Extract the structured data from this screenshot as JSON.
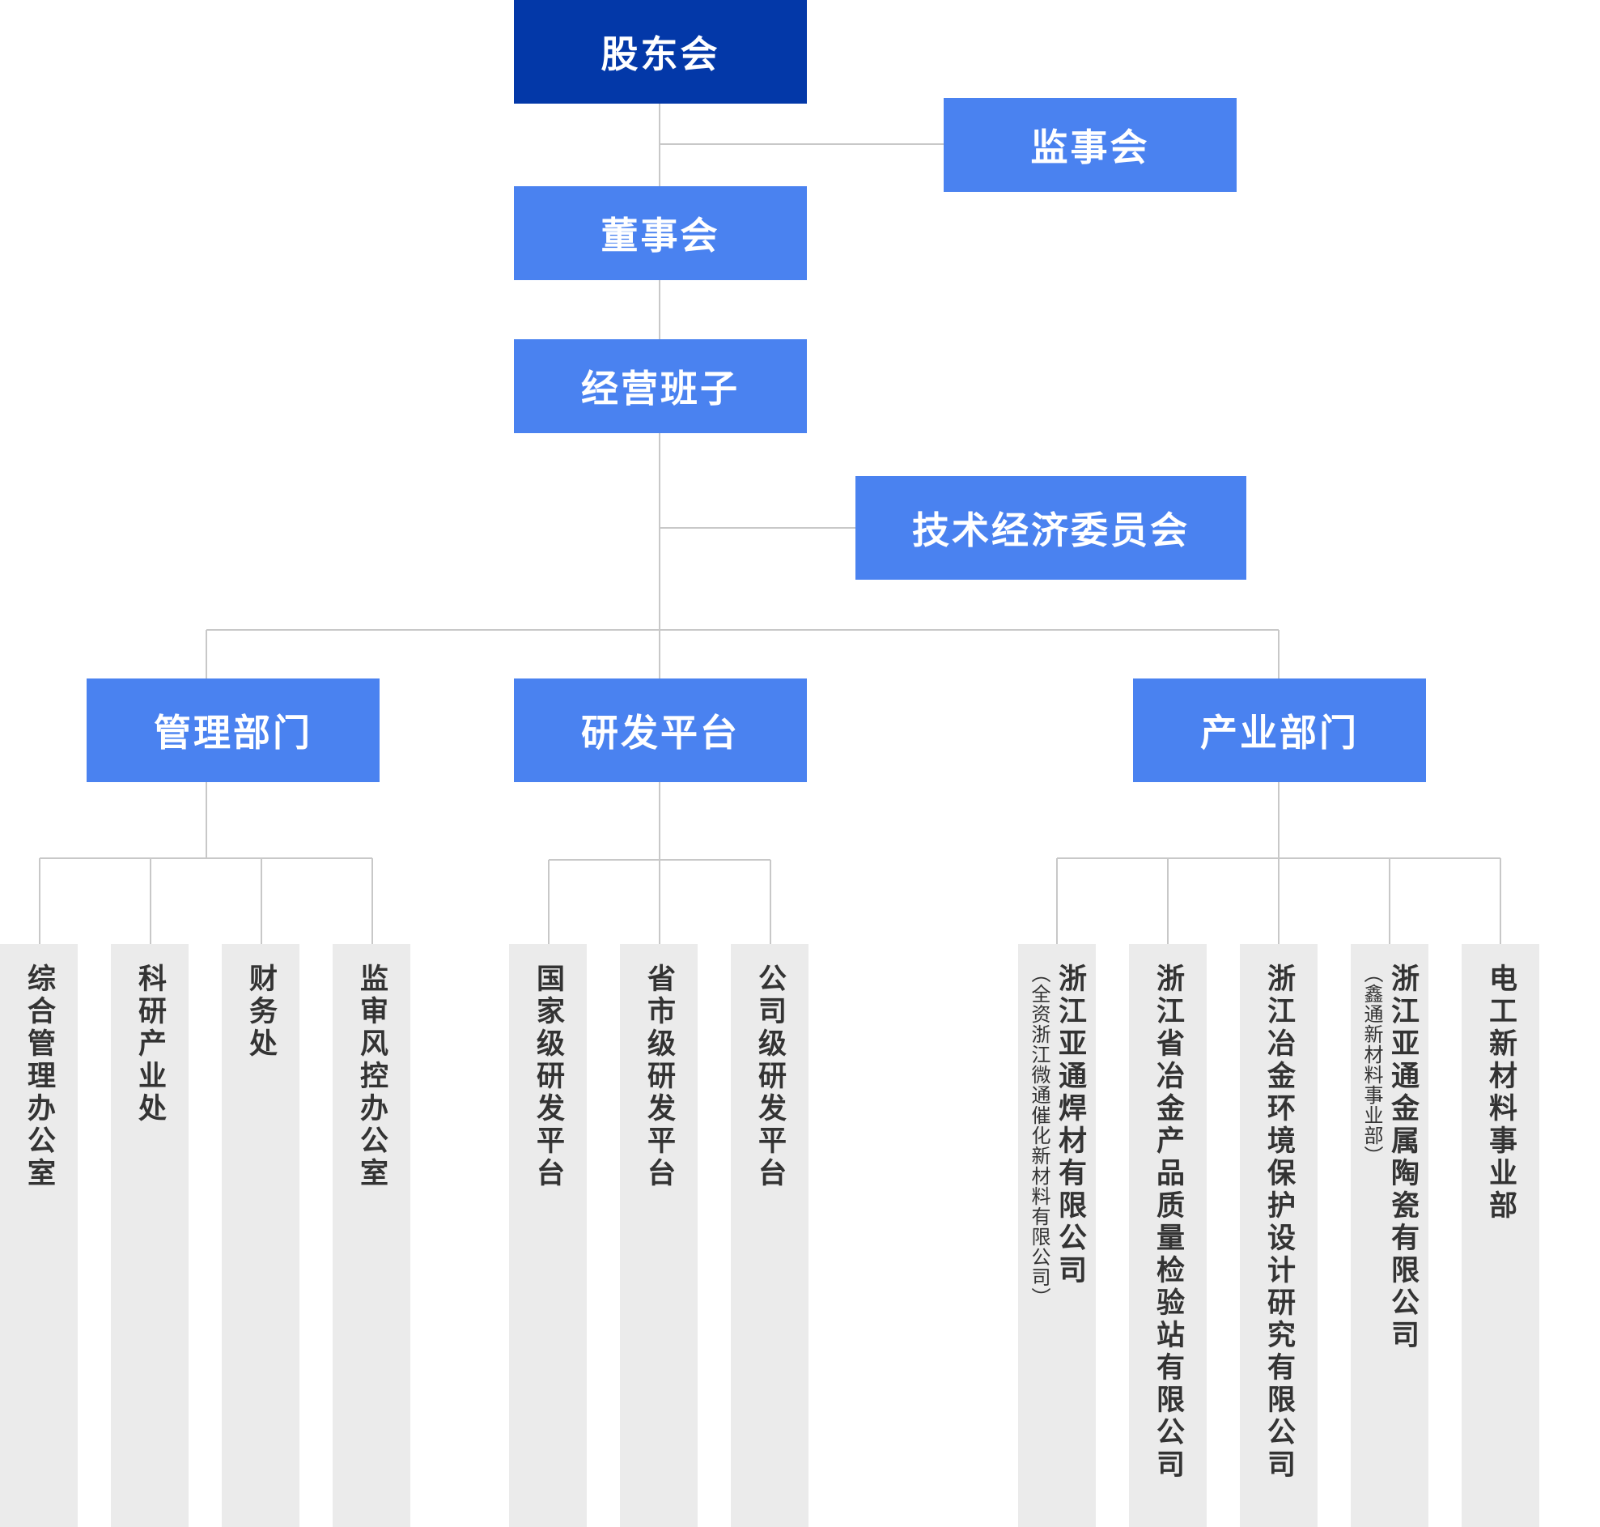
{
  "top": {
    "shareholders": "股东会",
    "supervisory_board": "监事会",
    "board_of_directors": "董事会",
    "management_team": "经营班子",
    "tech_econ_committee": "技术经济委员会"
  },
  "departments": {
    "management": "管理部门",
    "rd_platform": "研发平台",
    "industry": "产业部门"
  },
  "management_units": [
    "综合管理办公室",
    "科研产业处",
    "财务处",
    "监审风控办公室"
  ],
  "rd_units": [
    "国家级研发平台",
    "省市级研发平台",
    "公司级研发平台"
  ],
  "industry_units": [
    {
      "name": "浙江亚通焊材有限公司",
      "note": "（全资浙江微通催化新材料有限公司）"
    },
    {
      "name": "浙江省冶金产品质量检验站有限公司",
      "note": ""
    },
    {
      "name": "浙江冶金环境保护设计研究有限公司",
      "note": ""
    },
    {
      "name": "浙江亚通金属陶瓷有限公司",
      "note": "（鑫通新材料事业部）"
    },
    {
      "name": "电工新材料事业部",
      "note": ""
    }
  ],
  "colors": {
    "top_box": "#0338A8",
    "box": "#4A82F0",
    "leaf_bg": "#EBEBEB",
    "connector": "#C8C8C8"
  }
}
